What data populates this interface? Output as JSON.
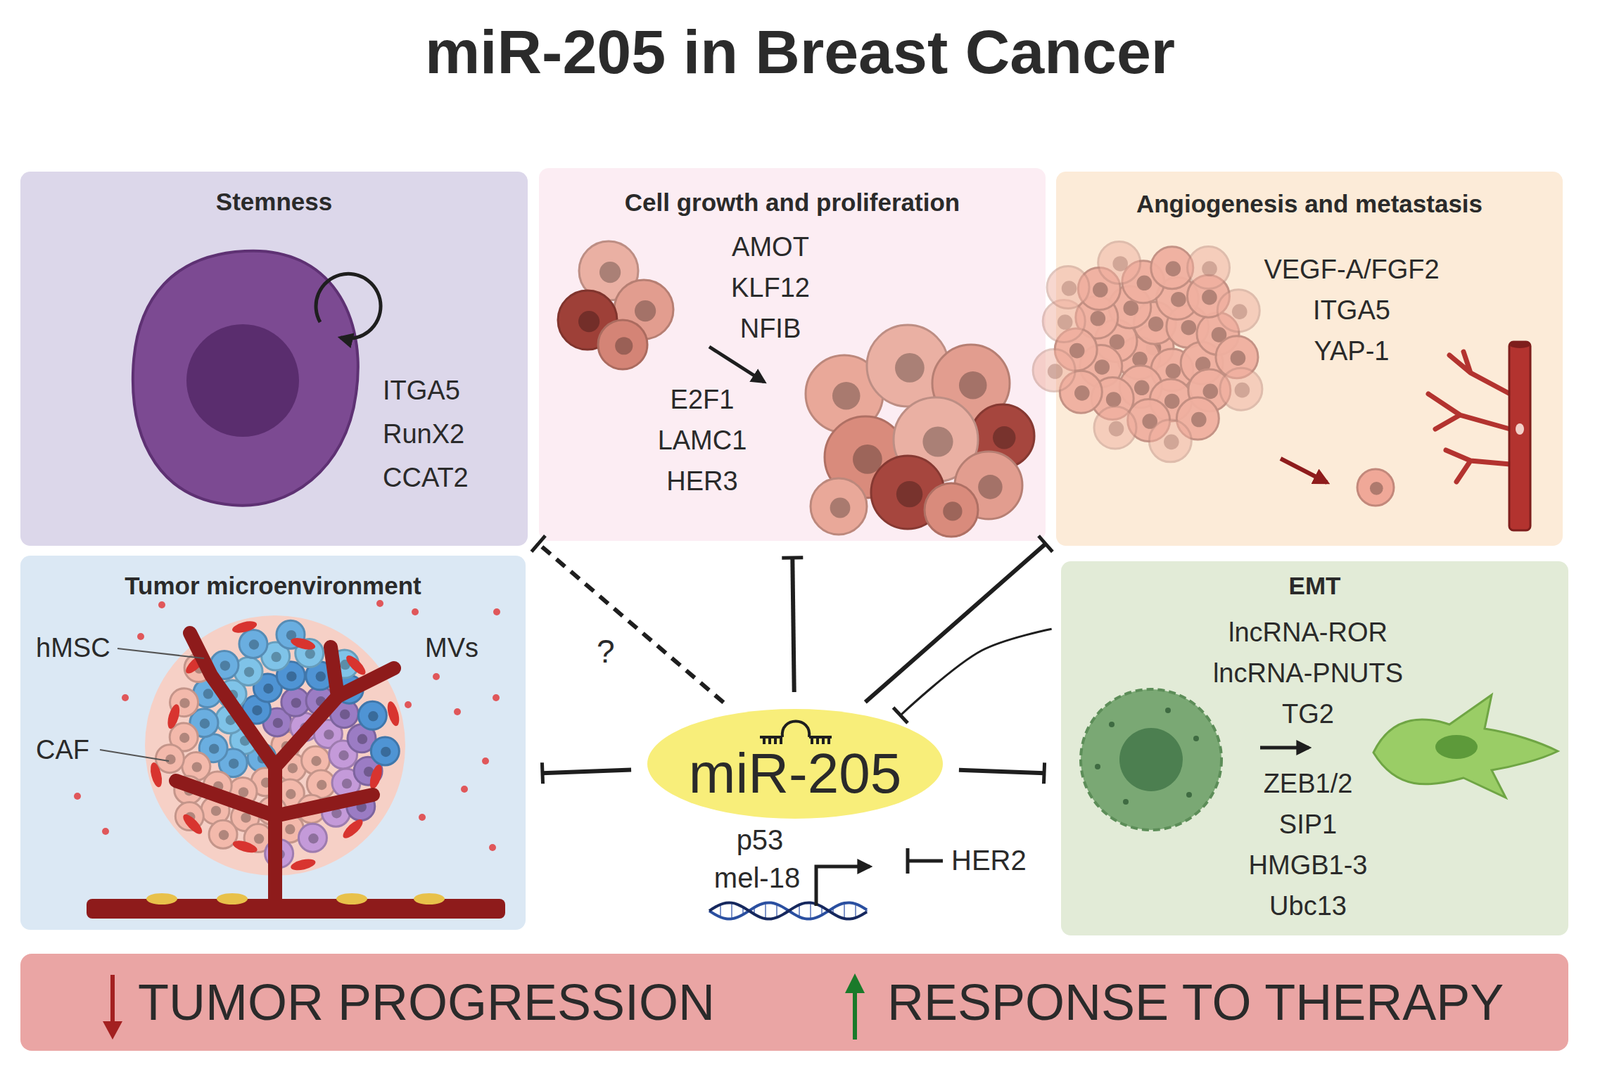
{
  "diagram": {
    "title": "miR-205 in Breast Cancer",
    "nodes": [
      {
        "text": [
          "Stemness",
          "ITGA5 RunX2 CCAT2"
        ]
      },
      {
        "text": [
          "Cell growth and proliferation",
          "AMOT KLF12 NFIB",
          "E2F1 LAMC1 HER3"
        ]
      },
      {
        "text": [
          "Angiogenesis and metastasis",
          "VEGF-A/FGF2 ITGA5 YAP-1"
        ]
      },
      {
        "text": [
          "Tumor microenvironment",
          "hMSC",
          "MVs",
          "CAF"
        ]
      },
      {
        "text": [
          "miR-205"
        ]
      },
      {
        "text": [
          "EMT",
          "lncRNA-ROR lncRNA-PNUTS TG2",
          "ZEB1/2 SIP1 HMGB1-3 Ubc13"
        ]
      },
      {
        "text": [
          "TUMOR PROGRESSION",
          "RESPONSE TO THERAPY"
        ]
      }
    ],
    "edges": [
      {
        "from": 4,
        "to": 0,
        "arrow": "to",
        "label": "?"
      },
      {
        "from": 4,
        "to": 1,
        "arrow": "to"
      },
      {
        "from": 4,
        "to": 2,
        "arrow": "to"
      },
      {
        "from": 4,
        "to": 3,
        "arrow": "to"
      },
      {
        "from": 4,
        "to": 5,
        "arrow": "to"
      },
      {
        "from": 5,
        "to": 4,
        "arrow": "to"
      }
    ],
    "labels": [
      "p53",
      "mel-18",
      "HER2"
    ]
  }
}
